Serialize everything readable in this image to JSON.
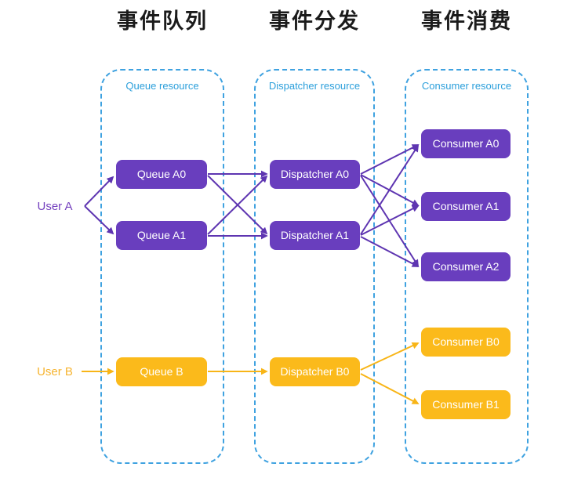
{
  "header": {
    "titles": [
      "事件队列",
      "事件分发",
      "事件消费"
    ]
  },
  "columns": [
    {
      "resource_label": "Queue resource",
      "nodes": [
        {
          "id": "queue-a0",
          "label": "Queue A0",
          "color": "purple"
        },
        {
          "id": "queue-a1",
          "label": "Queue A1",
          "color": "purple"
        },
        {
          "id": "queue-b",
          "label": "Queue B",
          "color": "yellow"
        }
      ]
    },
    {
      "resource_label": "Dispatcher resource",
      "nodes": [
        {
          "id": "dispatcher-a0",
          "label": "Dispatcher A0",
          "color": "purple"
        },
        {
          "id": "dispatcher-a1",
          "label": "Dispatcher A1",
          "color": "purple"
        },
        {
          "id": "dispatcher-b0",
          "label": "Dispatcher B0",
          "color": "yellow"
        }
      ]
    },
    {
      "resource_label": "Consumer resource",
      "nodes": [
        {
          "id": "consumer-a0",
          "label": "Consumer A0",
          "color": "purple"
        },
        {
          "id": "consumer-a1",
          "label": "Consumer A1",
          "color": "purple"
        },
        {
          "id": "consumer-a2",
          "label": "Consumer A2",
          "color": "purple"
        },
        {
          "id": "consumer-b0",
          "label": "Consumer B0",
          "color": "yellow"
        },
        {
          "id": "consumer-b1",
          "label": "Consumer B1",
          "color": "yellow"
        }
      ]
    }
  ],
  "users": [
    {
      "id": "user-a",
      "label": "User A",
      "color": "purple"
    },
    {
      "id": "user-b",
      "label": "User B",
      "color": "yellow"
    }
  ],
  "edges": [
    {
      "from": "user-a",
      "to": "queue-a0",
      "color": "purple"
    },
    {
      "from": "user-a",
      "to": "queue-a1",
      "color": "purple"
    },
    {
      "from": "queue-a0",
      "to": "dispatcher-a0",
      "color": "purple"
    },
    {
      "from": "queue-a0",
      "to": "dispatcher-a1",
      "color": "purple"
    },
    {
      "from": "queue-a1",
      "to": "dispatcher-a0",
      "color": "purple"
    },
    {
      "from": "queue-a1",
      "to": "dispatcher-a1",
      "color": "purple"
    },
    {
      "from": "dispatcher-a0",
      "to": "consumer-a0",
      "color": "purple"
    },
    {
      "from": "dispatcher-a0",
      "to": "consumer-a1",
      "color": "purple"
    },
    {
      "from": "dispatcher-a0",
      "to": "consumer-a2",
      "color": "purple"
    },
    {
      "from": "dispatcher-a1",
      "to": "consumer-a0",
      "color": "purple"
    },
    {
      "from": "dispatcher-a1",
      "to": "consumer-a1",
      "color": "purple"
    },
    {
      "from": "dispatcher-a1",
      "to": "consumer-a2",
      "color": "purple"
    },
    {
      "from": "user-b",
      "to": "queue-b",
      "color": "yellow"
    },
    {
      "from": "queue-b",
      "to": "dispatcher-b0",
      "color": "yellow"
    },
    {
      "from": "dispatcher-b0",
      "to": "consumer-b0",
      "color": "yellow"
    },
    {
      "from": "dispatcher-b0",
      "to": "consumer-b1",
      "color": "yellow"
    }
  ],
  "colors": {
    "purple_node": "#693ebe",
    "purple_arrow": "#5e35b1",
    "yellow_node": "#fbba1b",
    "yellow_arrow": "#f8b517",
    "dashed_border": "#3fa2e0",
    "resource_text": "#2b9fdb",
    "title_text": "#1b1b1b"
  }
}
